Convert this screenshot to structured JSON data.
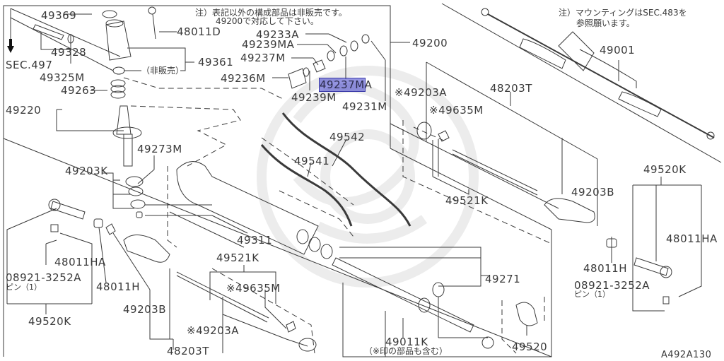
{
  "diagram": {
    "id_code": "A492A130",
    "colors": {
      "line": "#3a3a3a",
      "highlight": "#4a4ac0",
      "watermark": "#ebebeb",
      "background": "#ffffff"
    },
    "notes": {
      "top_center_line1": "注）表記以外の構成部品は非販売です。",
      "top_center_line2": "49200で対応して下さい。",
      "top_right_line1": "注）マウンティングはSEC.483を",
      "top_right_line2": "参照願います。",
      "not_sold": "（非販売）",
      "pin_left": "ピン（1）",
      "pin_right": "ピン（1）",
      "includes_marked": "（※印の部品も含む）"
    },
    "section_ref": "SEC.497",
    "highlighted_part": "49237MA",
    "parts": [
      {
        "key": "p49369",
        "label": "49369"
      },
      {
        "key": "p48011D",
        "label": "48011D"
      },
      {
        "key": "p49328",
        "label": "49328"
      },
      {
        "key": "p49361",
        "label": "49361"
      },
      {
        "key": "p49325M",
        "label": "49325M"
      },
      {
        "key": "p49263",
        "label": "49263"
      },
      {
        "key": "p49220",
        "label": "49220"
      },
      {
        "key": "p49233A",
        "label": "49233A"
      },
      {
        "key": "p49239MA",
        "label": "49239MA"
      },
      {
        "key": "p49237M",
        "label": "49237M"
      },
      {
        "key": "p49236M",
        "label": "49236M"
      },
      {
        "key": "p49237MA",
        "label": "49237MA"
      },
      {
        "key": "p49239M",
        "label": "49239M"
      },
      {
        "key": "p49231M",
        "label": "49231M"
      },
      {
        "key": "p49200",
        "label": "49200"
      },
      {
        "key": "p49001",
        "label": "49001"
      },
      {
        "key": "p49203A_r",
        "label": "※49203A"
      },
      {
        "key": "p48203T_r",
        "label": "48203T"
      },
      {
        "key": "p49635M_r",
        "label": "※49635M"
      },
      {
        "key": "p49542",
        "label": "49542"
      },
      {
        "key": "p49541",
        "label": "49541"
      },
      {
        "key": "p49273M",
        "label": "49273M"
      },
      {
        "key": "p49203K",
        "label": "49203K"
      },
      {
        "key": "p49521K_r",
        "label": "49521K"
      },
      {
        "key": "p49203B_r",
        "label": "49203B"
      },
      {
        "key": "p49520K_r",
        "label": "49520K"
      },
      {
        "key": "p48011HA_r",
        "label": "48011HA"
      },
      {
        "key": "p48011H_r",
        "label": "48011H"
      },
      {
        "key": "p08921_r",
        "label": "08921-3252A"
      },
      {
        "key": "p49311",
        "label": "49311"
      },
      {
        "key": "p49521K_l",
        "label": "49521K"
      },
      {
        "key": "p49271",
        "label": "49271"
      },
      {
        "key": "p48011HA_l",
        "label": "48011HA"
      },
      {
        "key": "p08921_l",
        "label": "08921-3252A"
      },
      {
        "key": "p48011H_l",
        "label": "48011H"
      },
      {
        "key": "p49635M_l",
        "label": "※49635M"
      },
      {
        "key": "p49203B_l",
        "label": "49203B"
      },
      {
        "key": "p49520K_l",
        "label": "49520K"
      },
      {
        "key": "p49203A_l",
        "label": "※49203A"
      },
      {
        "key": "p48203T_l",
        "label": "48203T"
      },
      {
        "key": "p49011K",
        "label": "49011K"
      },
      {
        "key": "p49520",
        "label": "49520"
      }
    ],
    "labels": {
      "p49369": "49369",
      "p48011D": "48011D",
      "p49328": "49328",
      "p49361": "49361",
      "p49325M": "49325M",
      "p49263": "49263",
      "p49220": "49220",
      "p49233A": "49233A",
      "p49239MA": "49239MA",
      "p49237M": "49237M",
      "p49236M": "49236M",
      "p49237MA_hl": "49237M",
      "p49237MA_tail": "A",
      "p49239M": "49239M",
      "p49231M": "49231M",
      "p49200": "49200",
      "p49001": "49001",
      "p49203A_r": "※49203A",
      "p48203T_r": "48203T",
      "p49635M_r": "※49635M",
      "p49542": "49542",
      "p49541": "49541",
      "p49273M": "49273M",
      "p49203K": "49203K",
      "p49521K_r": "49521K",
      "p49203B_r": "49203B",
      "p49520K_r": "49520K",
      "p48011HA_r": "48011HA",
      "p48011H_r": "48011H",
      "p08921_r": "08921-3252A",
      "p49311": "49311",
      "p49521K_l": "49521K",
      "p49271": "49271",
      "p48011HA_l": "48011HA",
      "p08921_l": "08921-3252A",
      "p48011H_l": "48011H",
      "p49635M_l": "※49635M",
      "p49203B_l": "49203B",
      "p49520K_l": "49520K",
      "p49203A_l": "※49203A",
      "p48203T_l": "48203T",
      "p49011K": "49011K",
      "p49520": "49520"
    }
  }
}
